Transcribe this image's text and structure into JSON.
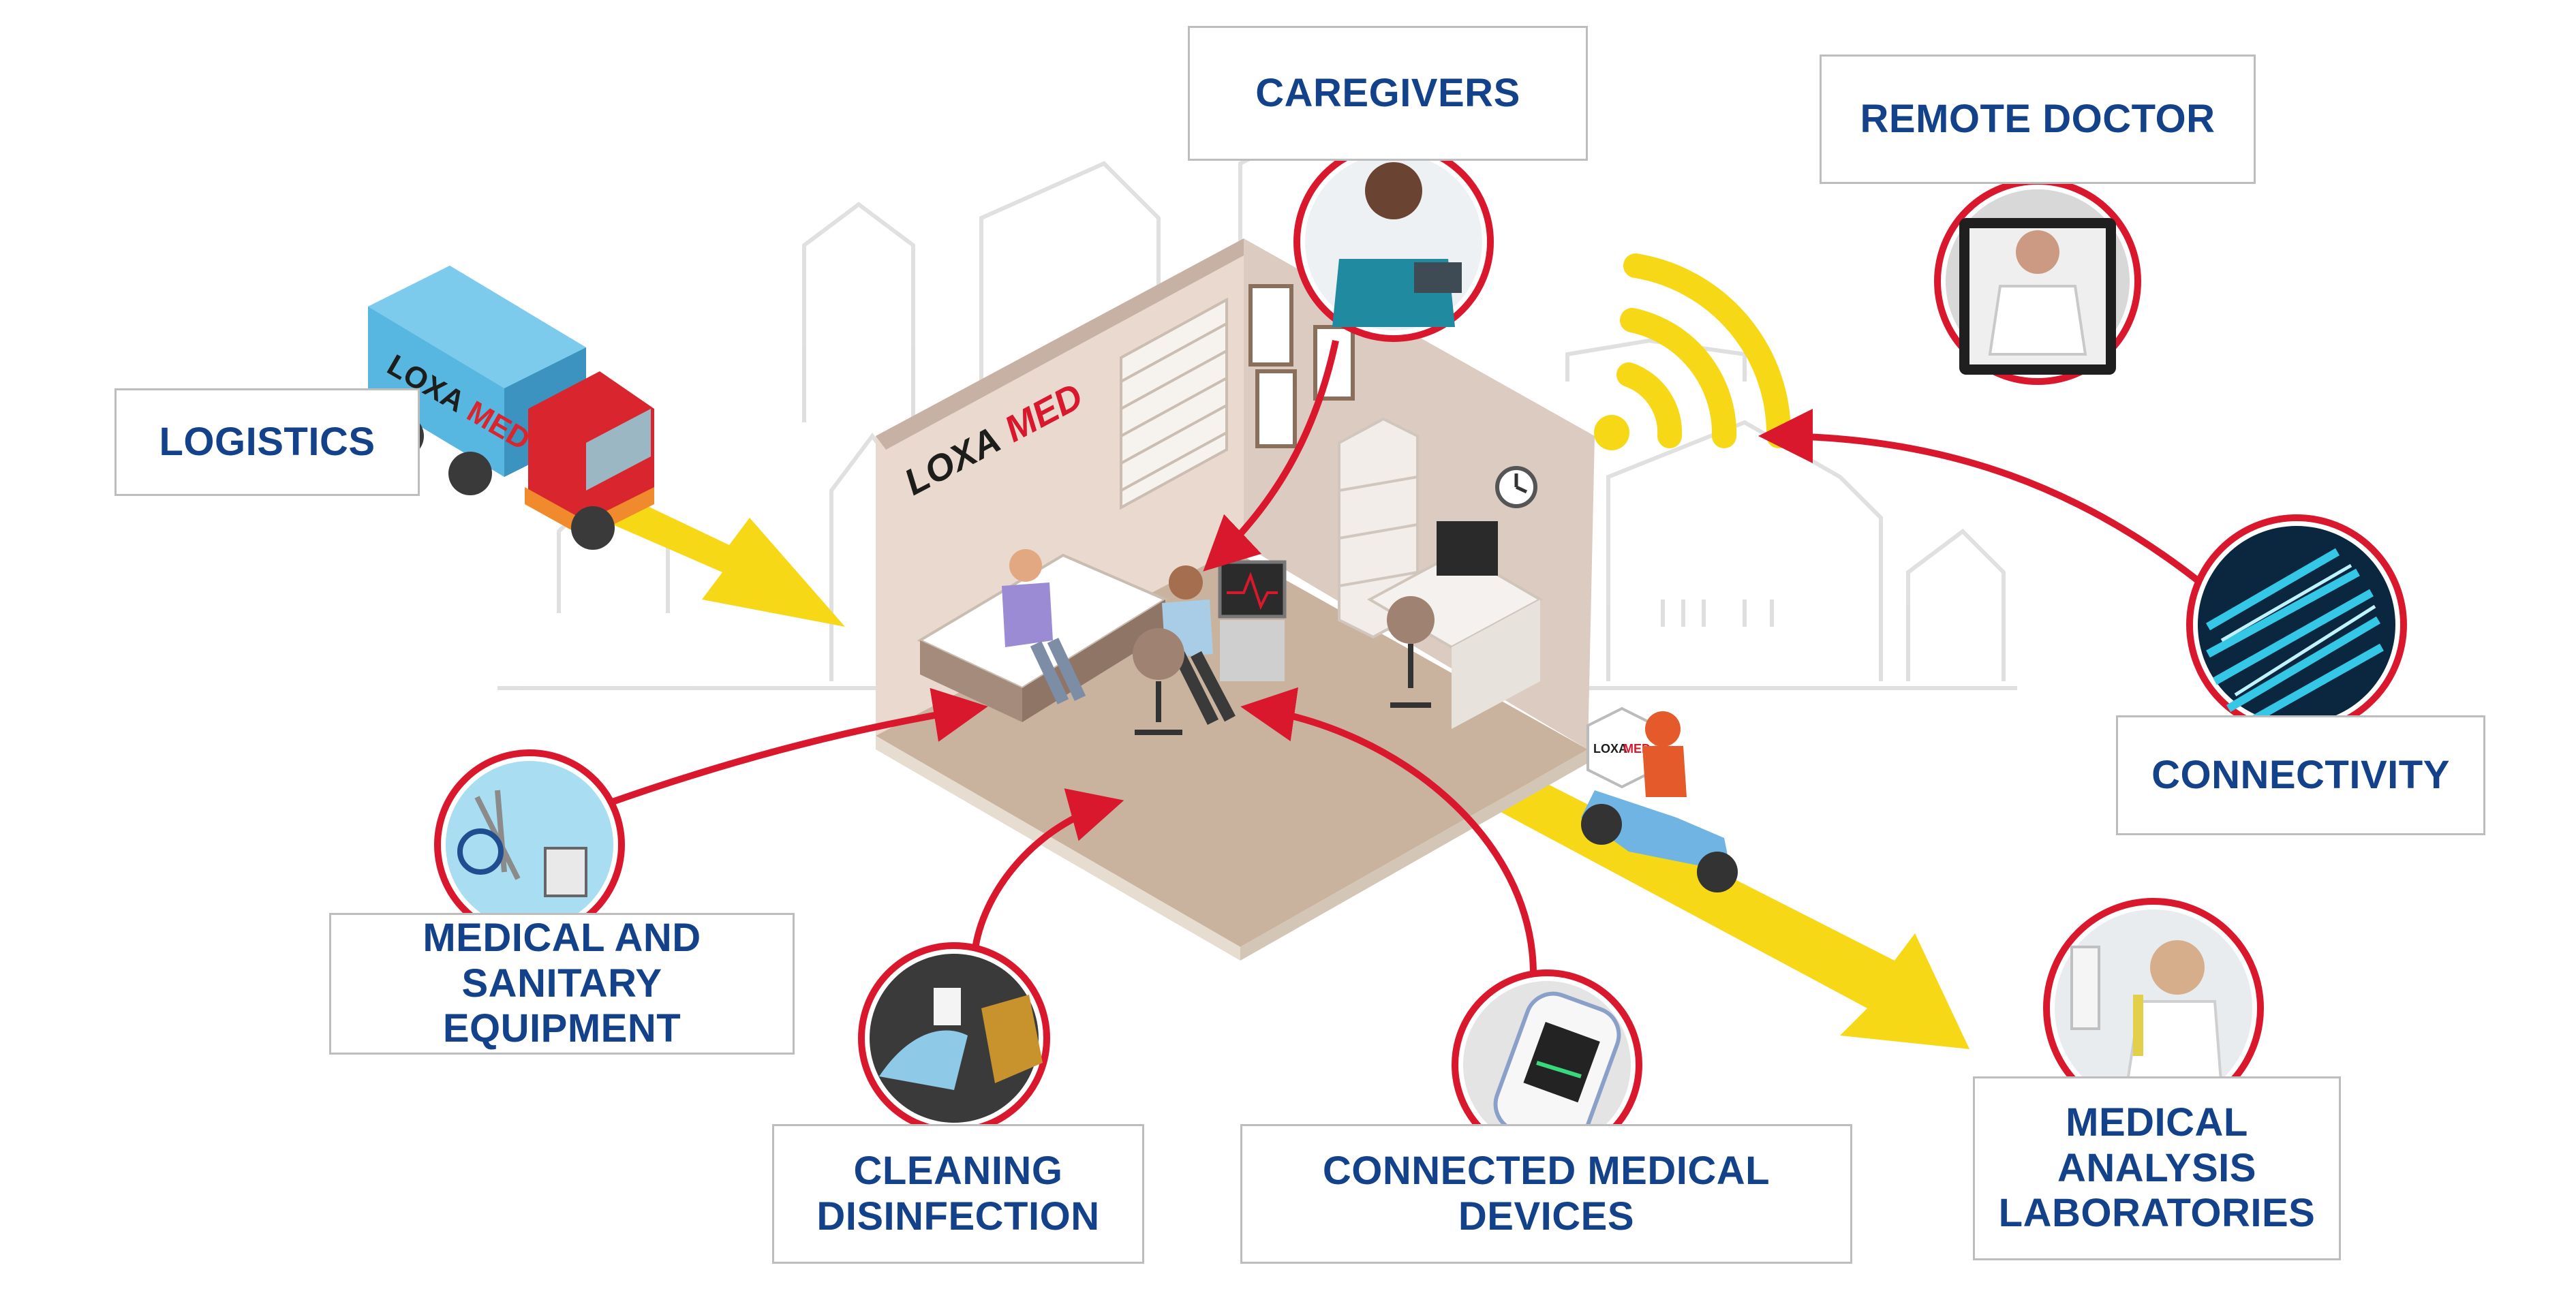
{
  "brand": {
    "name_part1": "LOXA",
    "name_part2": "MED",
    "color_dark": "#1d1d1b",
    "color_red": "#d9182e"
  },
  "colors": {
    "label_text": "#13428a",
    "label_border": "#bdbdbd",
    "circle_ring": "#d9182e",
    "arrow_red": "#d9182e",
    "arrow_yellow": "#f7d817",
    "wifi_yellow": "#f7d817"
  },
  "labels": {
    "caregivers": "CAREGIVERS",
    "remote_doctor": "REMOTE DOCTOR",
    "logistics": "LOGISTICS",
    "connectivity": "CONNECTIVITY",
    "medical_equipment": "MEDICAL AND SANITARY\nEQUIPMENT",
    "cleaning": "CLEANING\nDISINFECTION",
    "connected_devices": "CONNECTED MEDICAL DEVICES",
    "laboratories": "MEDICAL ANALYSIS\nLABORATORIES"
  },
  "icons": {
    "caregivers": "nurse-with-tablet-icon",
    "remote_doctor": "video-call-doctor-icon",
    "connectivity": "fiber-optic-icon",
    "medical_equipment": "medical-instruments-icon",
    "cleaning": "disinfection-spray-icon",
    "connected_devices": "pulse-oximeter-icon",
    "laboratories": "lab-technician-icon",
    "wifi": "wifi-signal-icon",
    "truck": "delivery-truck-icon",
    "scooter": "delivery-scooter-icon"
  }
}
